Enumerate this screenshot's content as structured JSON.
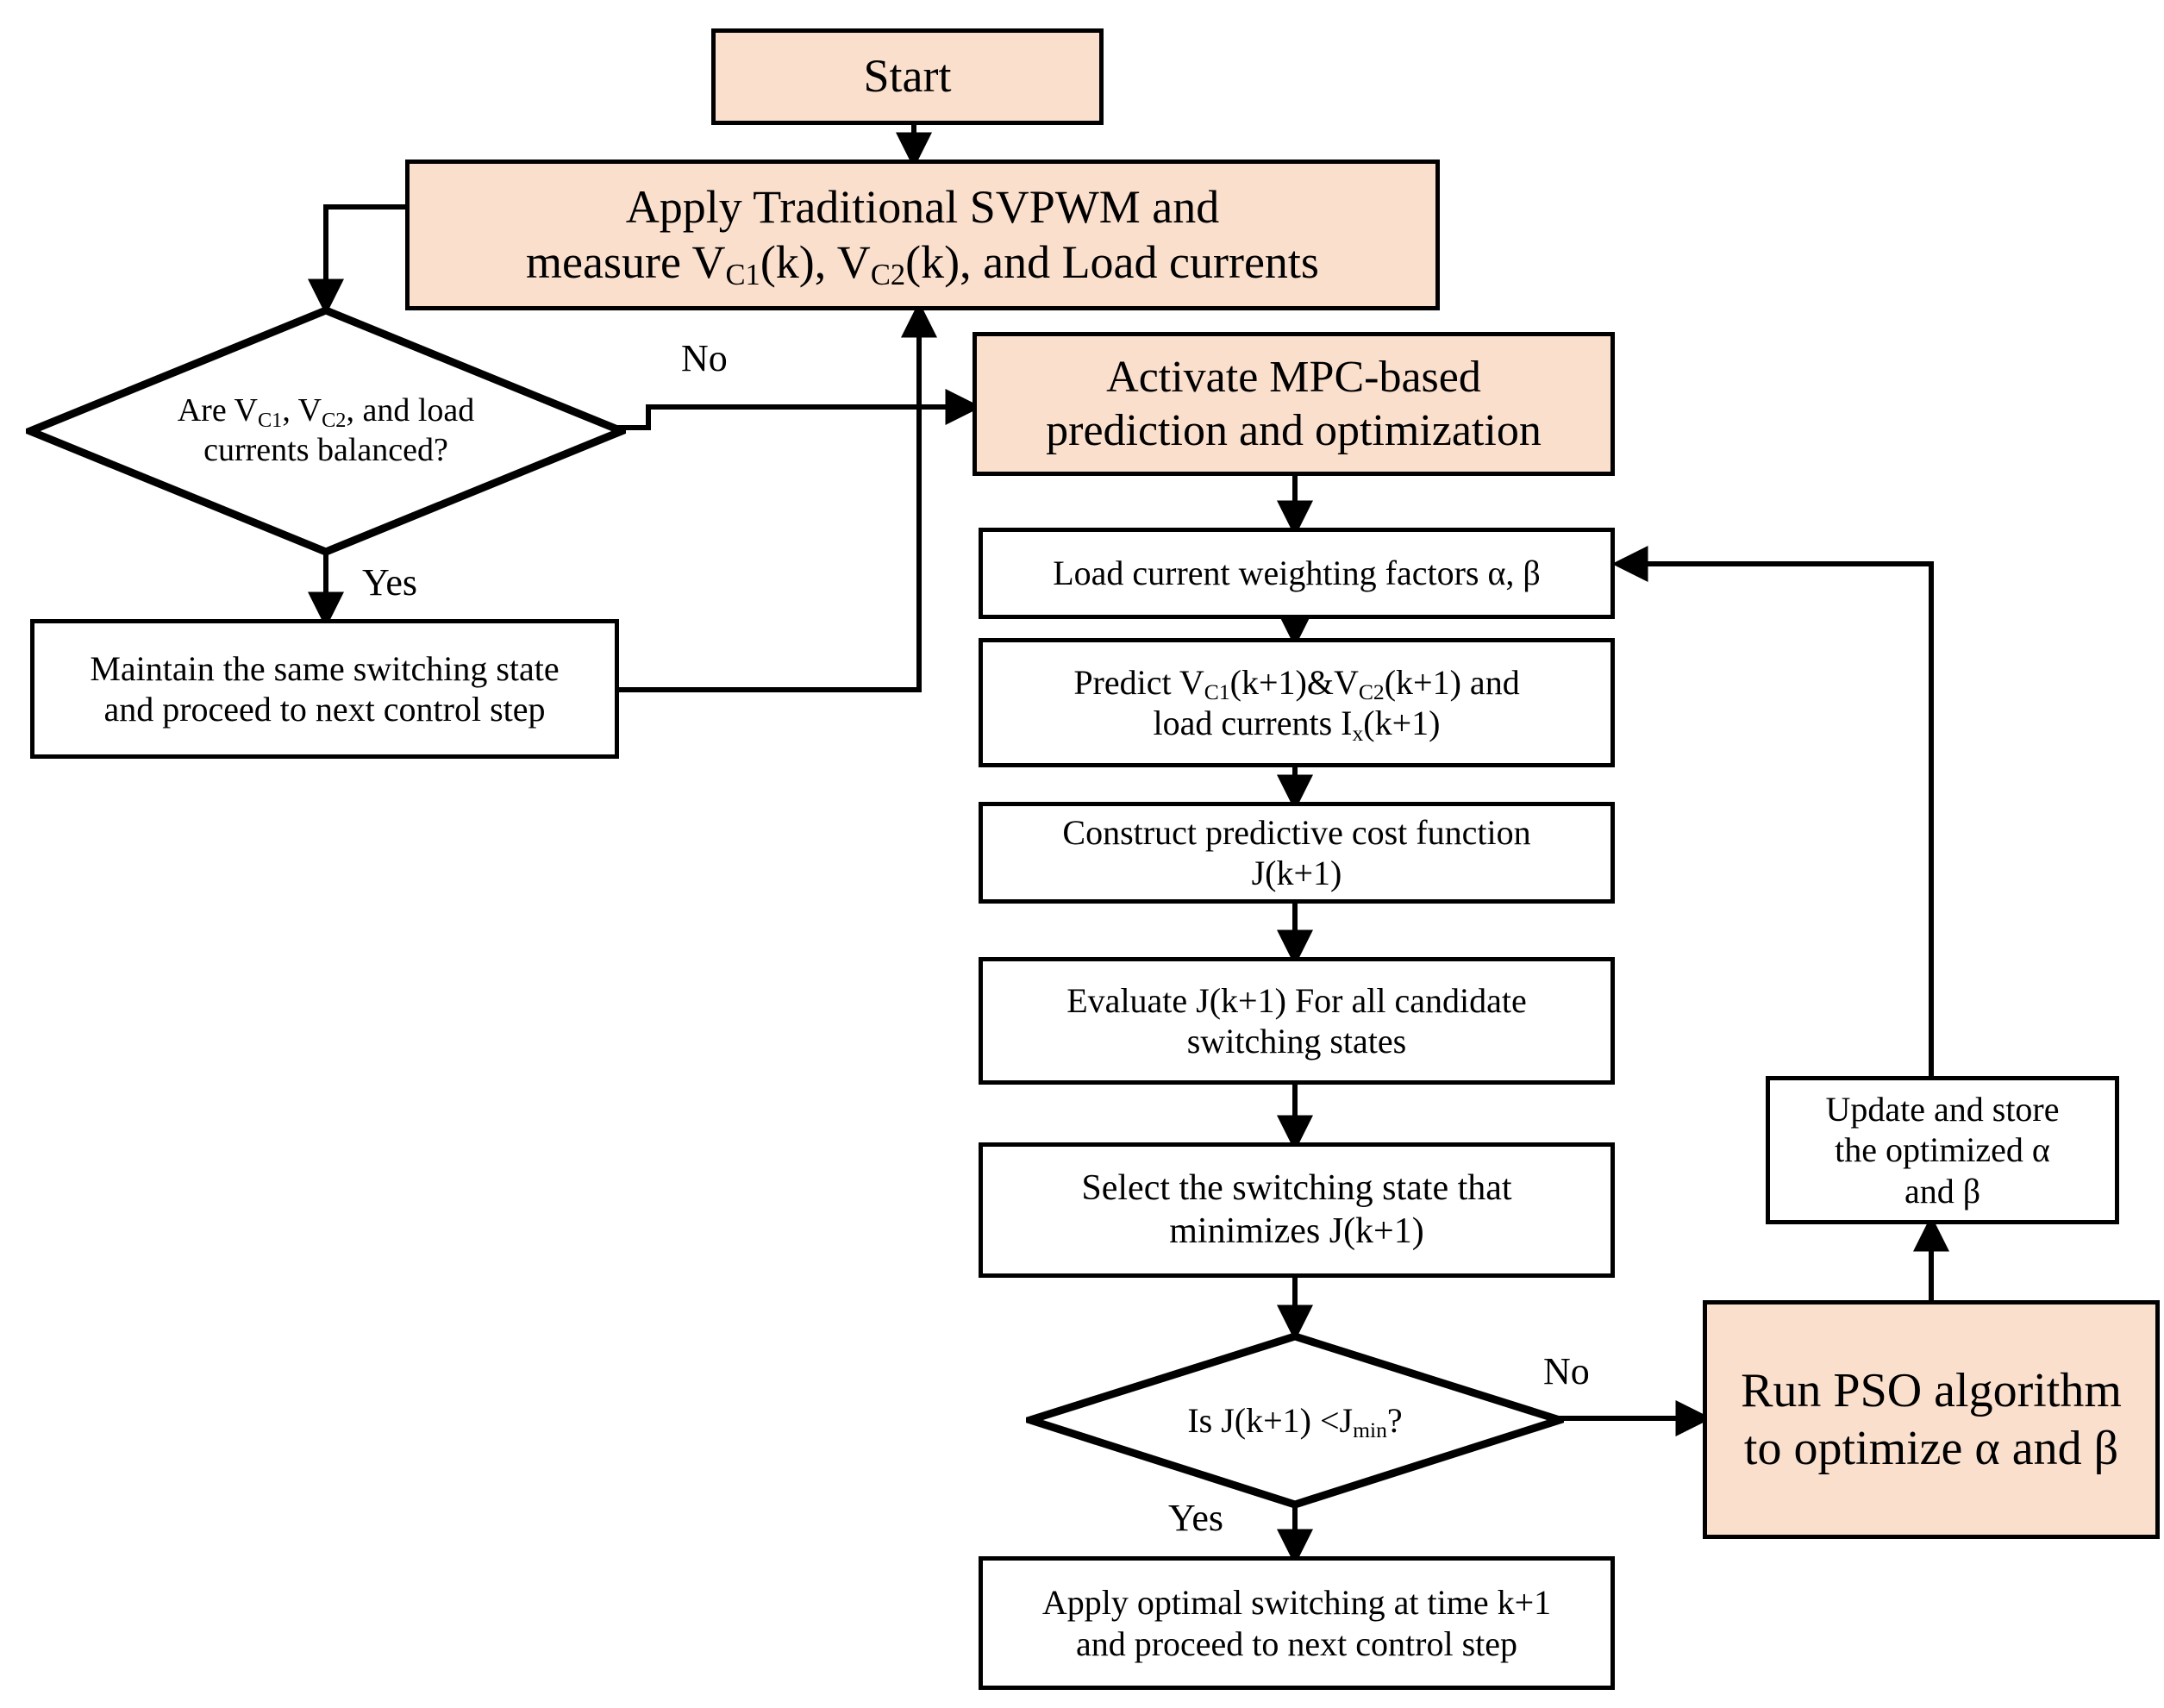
{
  "diagram": {
    "title": "MPC-PSO SVPWM control flowchart",
    "colors": {
      "fill_accent": "#fadfcd",
      "fill_plain": "#ffffff",
      "stroke": "#000000",
      "background": "#ffffff"
    }
  },
  "nodes": {
    "start": {
      "label": "Start",
      "shape": "process",
      "fill": "accent"
    },
    "apply_svpwm": {
      "line1": "Apply Traditional SVPWM and",
      "line2_pre": "measure V",
      "line2_sub1": "C1",
      "line2_mid": "(k), V",
      "line2_sub2": "C2",
      "line2_post": "(k), and Load currents",
      "shape": "process",
      "fill": "accent"
    },
    "balanced_check": {
      "line1_pre": "Are V",
      "line1_sub1": "C1",
      "line1_mid": ", V",
      "line1_sub2": "C2",
      "line1_post": ", and load",
      "line2": "currents balanced?",
      "shape": "decision"
    },
    "maintain_state": {
      "line1": "Maintain the same switching state",
      "line2": "and proceed to next control step",
      "shape": "process",
      "fill": "plain"
    },
    "activate_mpc": {
      "line1": "Activate MPC-based",
      "line2": "prediction and optimization",
      "shape": "process",
      "fill": "accent"
    },
    "weighting_factors": {
      "line1": "Load current weighting factors α,  β",
      "shape": "process",
      "fill": "plain"
    },
    "predict": {
      "line1_pre": "Predict V",
      "line1_sub1": "C1",
      "line1_mid": "(k+1)&V",
      "line1_sub2": "C2",
      "line1_post": "(k+1) and",
      "line2_pre": "load currents I",
      "line2_sub": "x",
      "line2_post": "(k+1)",
      "shape": "process",
      "fill": "plain"
    },
    "construct_cost": {
      "line1": "Construct predictive cost function",
      "line2": "J(k+1)",
      "shape": "process",
      "fill": "plain"
    },
    "evaluate_cost": {
      "line1": "Evaluate J(k+1) For all candidate",
      "line2": "switching states",
      "shape": "process",
      "fill": "plain"
    },
    "select_state": {
      "line1": "Select the switching state that",
      "line2": "minimizes J(k+1)",
      "shape": "process",
      "fill": "plain"
    },
    "cost_check": {
      "line1_pre": "Is J(k+1) <J",
      "line1_sub": "min",
      "line1_post": "?",
      "shape": "decision"
    },
    "run_pso": {
      "line1": "Run PSO algorithm",
      "line2": "to optimize α and β",
      "shape": "process",
      "fill": "accent"
    },
    "update_store": {
      "line1": "Update and store",
      "line2": "the optimized α",
      "line3": "and β",
      "shape": "process",
      "fill": "plain"
    },
    "apply_optimal": {
      "line1": "Apply optimal switching at time k+1",
      "line2": "and proceed to next control step",
      "shape": "process",
      "fill": "plain"
    }
  },
  "edge_labels": {
    "balanced_no": "No",
    "balanced_yes": "Yes",
    "cost_no": "No",
    "cost_yes": "Yes"
  }
}
